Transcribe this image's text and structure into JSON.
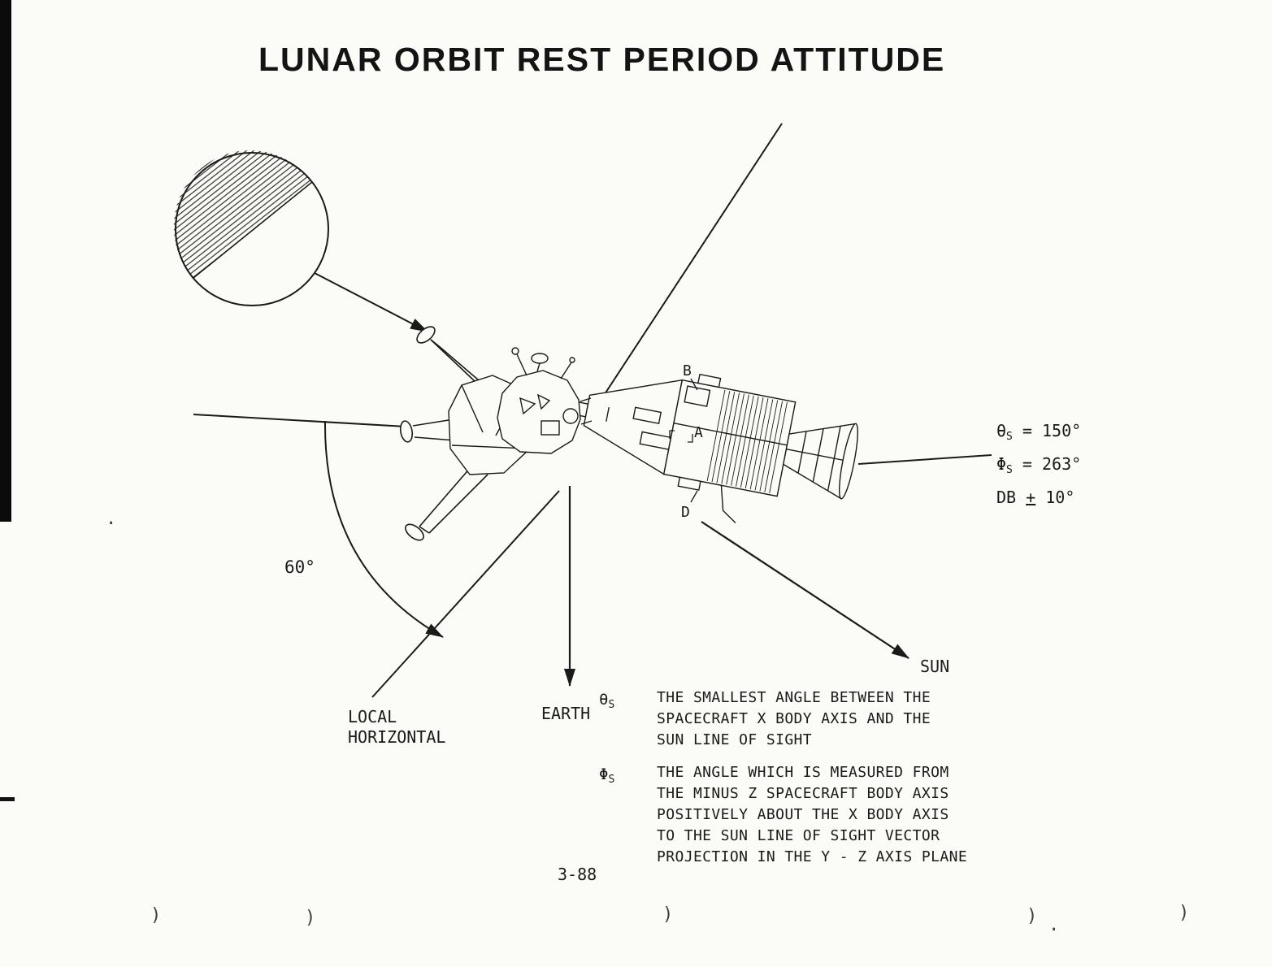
{
  "page": {
    "title": "LUNAR ORBIT REST PERIOD ATTITUDE",
    "page_number": "3-88"
  },
  "spacecraft_labels": {
    "b": "B",
    "a": "A",
    "d": "D"
  },
  "callouts": {
    "angle": "60°",
    "earth": "EARTH",
    "sun": "SUN",
    "local_horizontal": "LOCAL\nHORIZONTAL"
  },
  "attitude_block": {
    "rows": [
      {
        "sym": "θ",
        "sub": "S",
        "eq": "=",
        "val": "150°"
      },
      {
        "sym": "Φ",
        "sub": "S",
        "eq": "=",
        "val": "263°"
      }
    ],
    "deadband": {
      "label": "DB",
      "plus": "+",
      "val": "10°"
    }
  },
  "definitions": [
    {
      "sym": "θ",
      "sub": "S",
      "text": "THE SMALLEST ANGLE BETWEEN THE\nSPACECRAFT X BODY AXIS AND THE\nSUN LINE OF SIGHT"
    },
    {
      "sym": "Φ",
      "sub": "S",
      "text": "THE ANGLE WHICH IS MEASURED FROM\nTHE MINUS Z SPACECRAFT BODY AXIS\nPOSITIVELY ABOUT THE X BODY AXIS\nTO THE SUN LINE OF SIGHT VECTOR\nPROJECTION IN THE Y - Z AXIS PLANE"
    }
  ],
  "stray_marks": [
    ")",
    ")",
    ")",
    ")",
    ".",
    ")",
    "."
  ],
  "colors": {
    "ink": "#1a1a1a",
    "paper": "#fbfbf8"
  }
}
